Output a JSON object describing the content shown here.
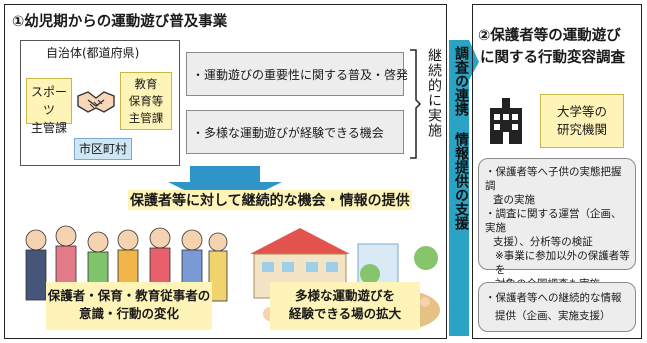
{
  "section1": {
    "title": "①幼児期からの運動遊び普及事業",
    "municipality_label": "自治体(都道府県)",
    "sports_dept": [
      "スポーツ",
      "主管課"
    ],
    "edu_dept": [
      "教育",
      "保育等",
      "主管課"
    ],
    "city_label": "市区町村",
    "bullet1": "・運動遊びの重要性に関する普及・啓発",
    "bullet2": "・多様な運動遊びが経験できる機会",
    "continuous_label": "継続的に実施",
    "provision_banner": "保護者等に対して継続的な機会・情報の提供",
    "outcome_left": [
      "保護者・保育・教育従事者の",
      "意識・行動の変化"
    ],
    "outcome_right": [
      "多様な運動遊びを",
      "経験できる場の拡大"
    ]
  },
  "connector": {
    "label": "調査の連携 情報提供の支援"
  },
  "section2": {
    "title": [
      "②保護者等の運動遊び",
      "に関する行動変容調査"
    ],
    "org_label": [
      "大学等の",
      "研究機関"
    ],
    "tasks": [
      "・保護者等へ子供の実態把握調",
      "査の実施",
      "・調査に関する運営（企画、実施",
      "支援）、分析等の検証",
      "※事業に参加以外の保護者等を",
      "対象の全国調査も実施"
    ],
    "info": [
      "・保護者等への継続的な情報",
      "提供（企画、実施支援）"
    ]
  },
  "colors": {
    "yellow": "#fff4b8",
    "blue": "#cfe6f6",
    "arrow_blue": "#2f94c8",
    "teal": "#2aa3c4"
  }
}
